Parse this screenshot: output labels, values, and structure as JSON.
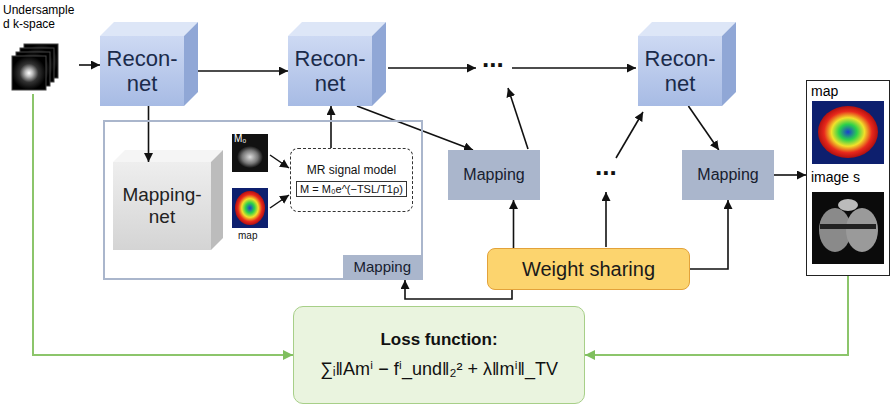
{
  "diagram": {
    "nodes": [
      {
        "text": [
          "Undersample d k-space"
        ]
      },
      {
        "text": [
          "Recon- net"
        ]
      },
      {
        "text": [
          "Recon- net"
        ]
      },
      {
        "text": [
          "Recon- net"
        ]
      },
      {
        "text": [
          "map",
          "image s"
        ]
      },
      {
        "text": [
          "Mapping"
        ]
      },
      {
        "text": [
          "Mapping- net"
        ],
        "in": 5
      },
      {
        "text": [
          "MR signal model",
          "M = M₀e^(−TSL/T1ρ)"
        ],
        "in": 5
      },
      {
        "text": [
          "Mapping"
        ]
      },
      {
        "text": [
          "Mapping"
        ]
      },
      {
        "text": [
          "Weight sharing"
        ]
      },
      {
        "text": [
          "Loss function:",
          "∑ᵢ‖Amⁱ − fⁱ_und‖₂² + λ‖mⁱ‖_TV"
        ]
      }
    ],
    "edges": [
      {
        "from": 0,
        "to": 1,
        "arrow": "to"
      },
      {
        "from": 1,
        "to": 2,
        "arrow": "to"
      },
      {
        "from": 1,
        "to": 6,
        "arrow": "to"
      },
      {
        "from": 7,
        "to": 2,
        "arrow": "to"
      },
      {
        "from": 2,
        "to": 8,
        "arrow": "to"
      },
      {
        "from": 3,
        "to": 9,
        "arrow": "to"
      },
      {
        "from": 9,
        "to": 4,
        "arrow": "to"
      },
      {
        "from": 10,
        "to": 5,
        "arrow": "to"
      },
      {
        "from": 10,
        "to": 8,
        "arrow": "to"
      },
      {
        "from": 10,
        "to": 9,
        "arrow": "to"
      },
      {
        "from": 0,
        "to": 11,
        "arrow": "to"
      },
      {
        "from": 4,
        "to": 11,
        "arrow": "to"
      }
    ],
    "labels": [
      "...",
      "M₀",
      "map",
      "..."
    ]
  }
}
